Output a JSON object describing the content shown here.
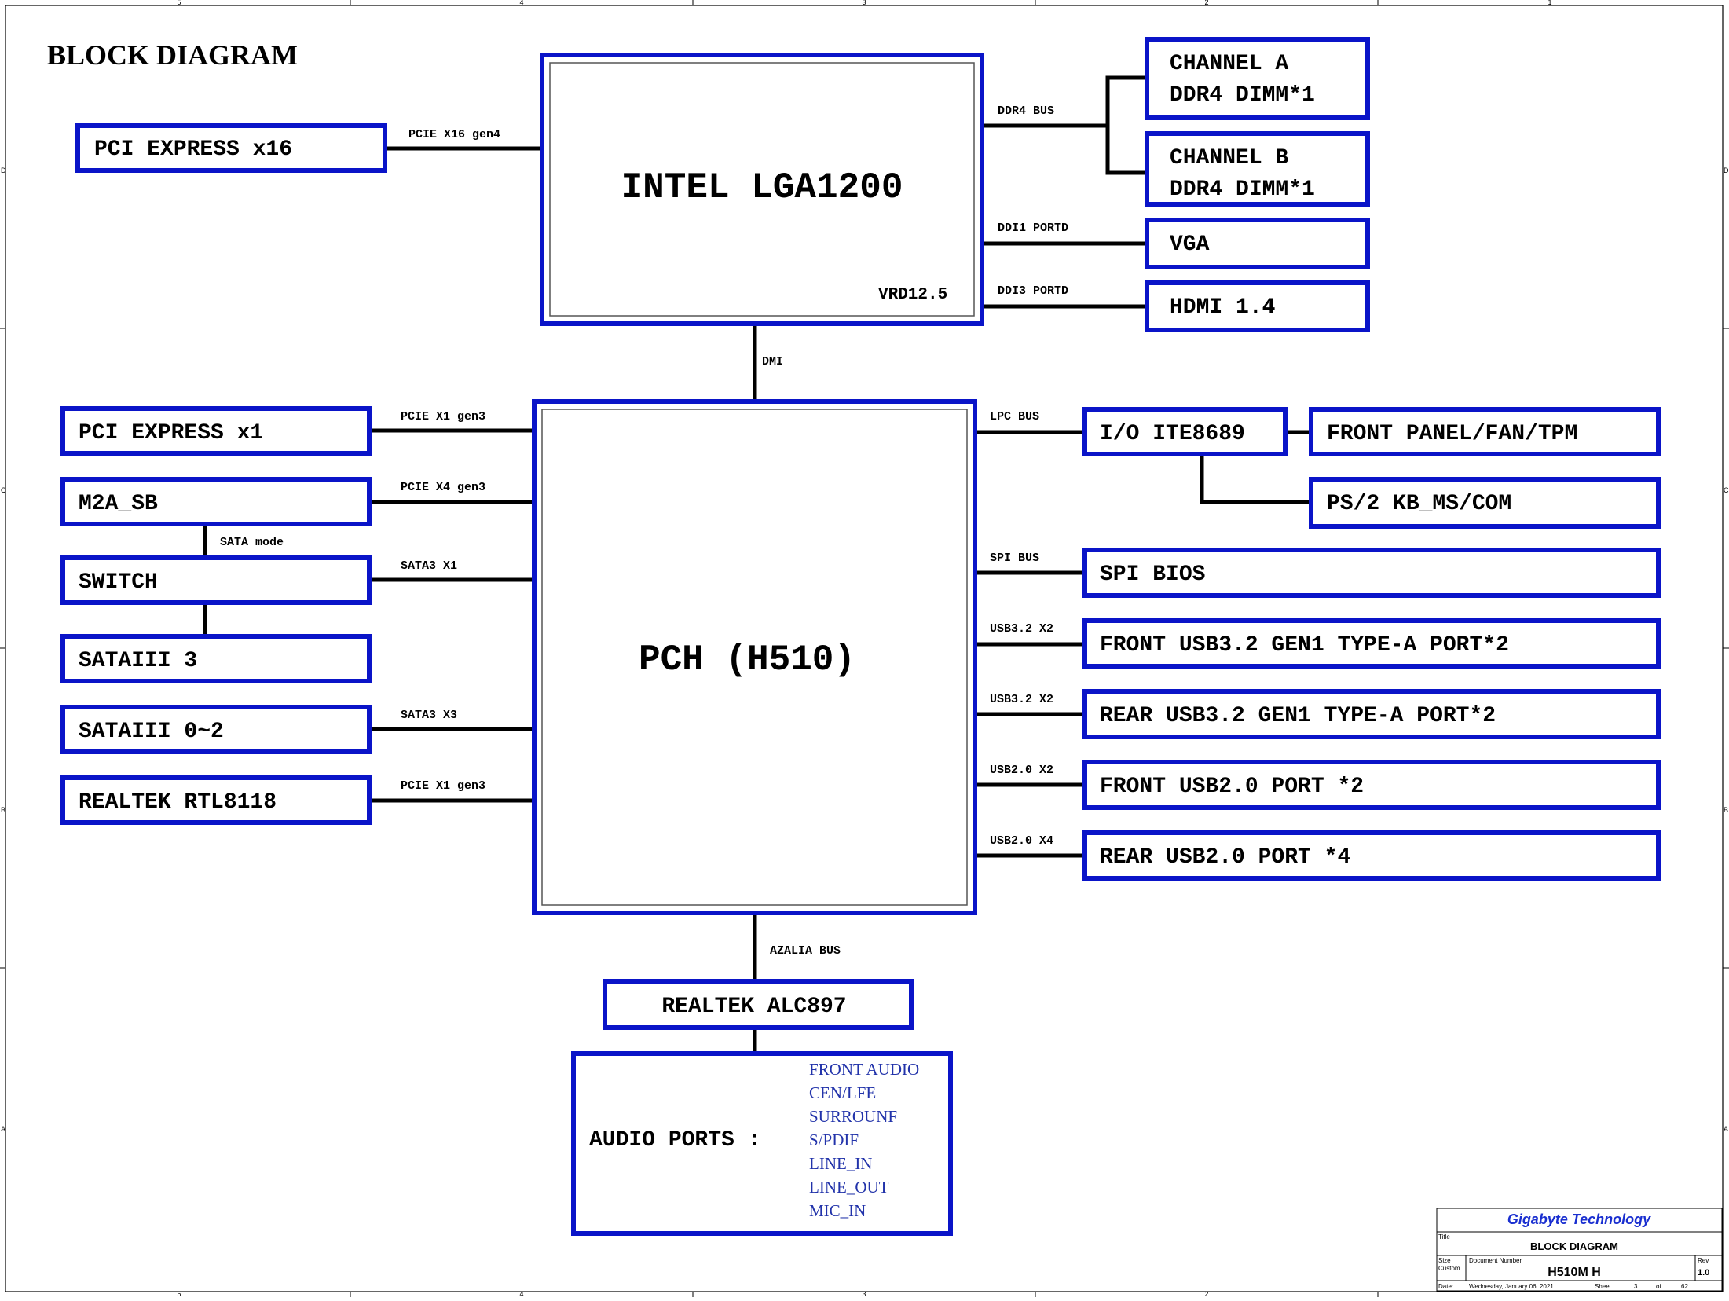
{
  "diagram_title": "BLOCK DIAGRAM",
  "cpu": {
    "label": "INTEL LGA1200",
    "vrd": "VRD12.5"
  },
  "pch": {
    "label": "PCH (H510)"
  },
  "blocks": {
    "pci_x16": "PCI EXPRESS x16",
    "channel_a_1": "CHANNEL A",
    "channel_a_2": "DDR4 DIMM*1",
    "channel_b_1": "CHANNEL B",
    "channel_b_2": "DDR4 DIMM*1",
    "vga": "VGA",
    "hdmi": "HDMI 1.4",
    "pci_x1": "PCI EXPRESS x1",
    "m2a": "M2A_SB",
    "switch": "SWITCH",
    "sata3": "SATAIII 3",
    "sata02": "SATAIII 0~2",
    "rtl8118": "REALTEK RTL8118",
    "io": "I/O ITE8689",
    "front_panel": "FRONT PANEL/FAN/TPM",
    "ps2": "PS/2 KB_MS/COM",
    "spi_bios": "SPI BIOS",
    "front_usb32": "FRONT USB3.2 GEN1 TYPE-A PORT*2",
    "rear_usb32": "REAR USB3.2 GEN1 TYPE-A PORT*2",
    "front_usb20": "FRONT USB2.0 PORT *2",
    "rear_usb20": "REAR USB2.0 PORT *4",
    "alc897": "REALTEK ALC897",
    "audio_ports": "AUDIO PORTS :"
  },
  "buses": {
    "pcie_x16": "PCIE X16 gen4",
    "ddr4": "DDR4 BUS",
    "ddi1": "DDI1 PORTD",
    "ddi3": "DDI3 PORTD",
    "dmi": "DMI",
    "pcie_x1_a": "PCIE X1 gen3",
    "pcie_x4": "PCIE X4 gen3",
    "sata_mode": "SATA mode",
    "sata3_x1": "SATA3 X1",
    "sata3_x3": "SATA3 X3",
    "pcie_x1_b": "PCIE X1 gen3",
    "lpc": "LPC BUS",
    "spi": "SPI BUS",
    "usb32_a": "USB3.2 X2",
    "usb32_b": "USB3.2 X2",
    "usb20_a": "USB2.0 X2",
    "usb20_b": "USB2.0 X4",
    "azalia": "AZALIA BUS"
  },
  "audio_items": [
    "FRONT AUDIO",
    "CEN/LFE",
    "SURROUNF",
    "S/PDIF",
    "LINE_IN",
    "LINE_OUT",
    "MIC_IN"
  ],
  "frame": {
    "col_numbers": [
      "5",
      "4",
      "3",
      "2",
      "1"
    ],
    "row_letters": [
      "D",
      "C",
      "B",
      "A"
    ]
  },
  "title_block": {
    "company": "Gigabyte Technology",
    "title_label": "Title",
    "title": "BLOCK DIAGRAM",
    "size_label_1": "Size",
    "size_label_2": "Custom",
    "doc_label": "Document Number",
    "doc_number": "H510M H",
    "rev_label": "Rev",
    "rev": "1.0",
    "date_label": "Date:",
    "date": "Wednesday, January 06, 2021",
    "sheet_label": "Sheet",
    "sheet": "3",
    "of_label": "of",
    "total": "62"
  },
  "colors": {
    "box_border": "#0a14c8",
    "company": "#1a2fd0",
    "audio_text": "#2233aa"
  }
}
